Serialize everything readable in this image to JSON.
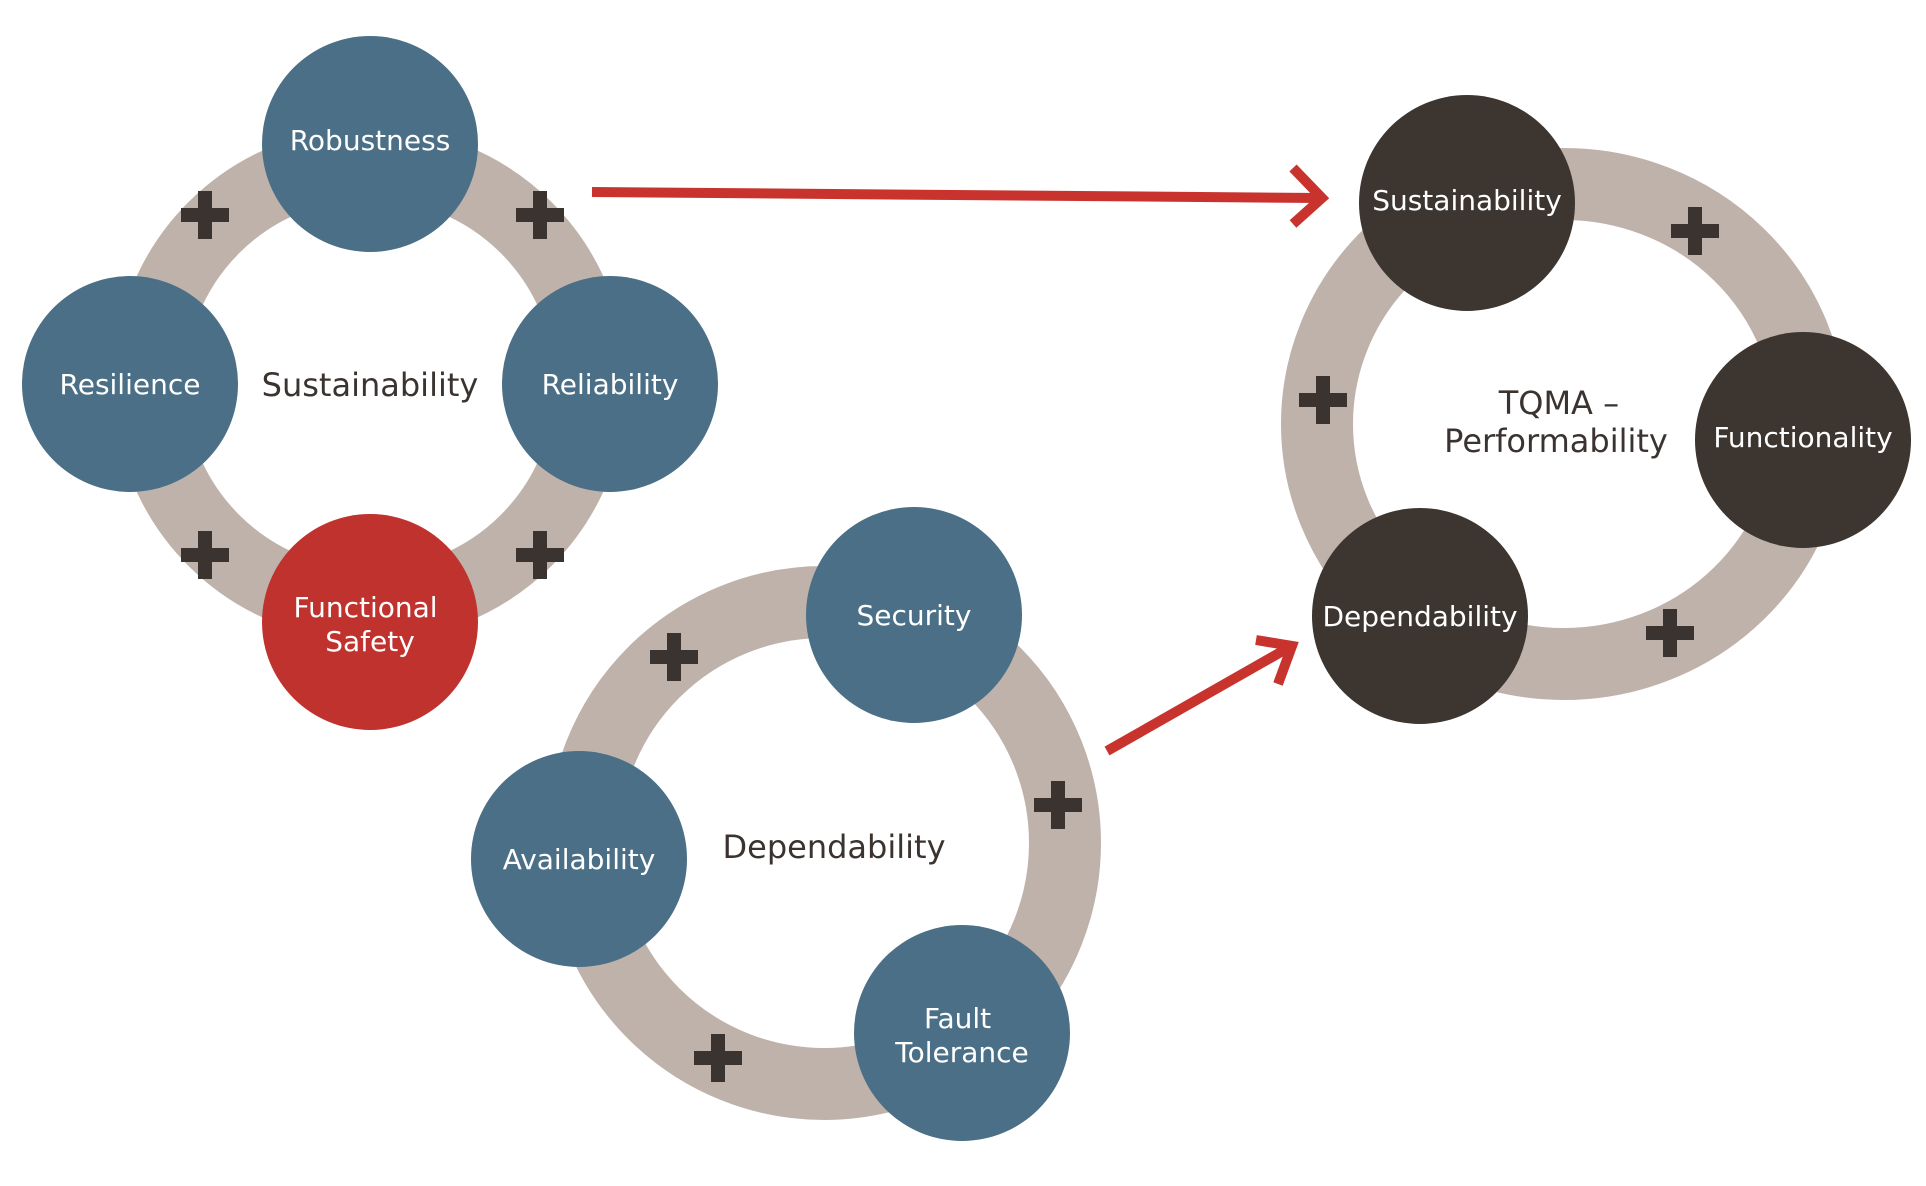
{
  "colors": {
    "ring": "#bfb2aa",
    "node_blue": "#4a6f86",
    "node_red": "#c0322d",
    "node_dark": "#3c3530",
    "plus": "#3a3330",
    "arrow": "#c8332e"
  },
  "icons": {
    "connector": "plus-icon",
    "flow": "arrow-right-icon"
  },
  "clusters": [
    {
      "id": "sustainability",
      "center_label": [
        "Sustainability"
      ],
      "nodes": [
        {
          "id": "robustness",
          "lines": [
            "Robustness"
          ],
          "color": "node_blue"
        },
        {
          "id": "reliability",
          "lines": [
            "Reliability"
          ],
          "color": "node_blue"
        },
        {
          "id": "functional-safety",
          "lines": [
            "Functional",
            "Safety"
          ],
          "color": "node_red"
        },
        {
          "id": "resilience",
          "lines": [
            "Resilience"
          ],
          "color": "node_blue"
        }
      ]
    },
    {
      "id": "dependability",
      "center_label": [
        "Dependability"
      ],
      "nodes": [
        {
          "id": "security",
          "lines": [
            "Security"
          ],
          "color": "node_blue"
        },
        {
          "id": "fault-tolerance",
          "lines": [
            "Fault",
            "Tolerance"
          ],
          "color": "node_blue"
        },
        {
          "id": "availability",
          "lines": [
            "Availability"
          ],
          "color": "node_blue"
        }
      ]
    },
    {
      "id": "tqma",
      "center_label": [
        "TQMA –",
        "Performability"
      ],
      "nodes": [
        {
          "id": "sustainability",
          "lines": [
            "Sustainability"
          ],
          "color": "node_dark"
        },
        {
          "id": "functionality",
          "lines": [
            "Functionality"
          ],
          "color": "node_dark"
        },
        {
          "id": "dependability",
          "lines": [
            "Dependability"
          ],
          "color": "node_dark"
        }
      ]
    }
  ],
  "edges": [
    {
      "from": "sustainability",
      "to": "tqma"
    },
    {
      "from": "dependability",
      "to": "tqma"
    }
  ]
}
